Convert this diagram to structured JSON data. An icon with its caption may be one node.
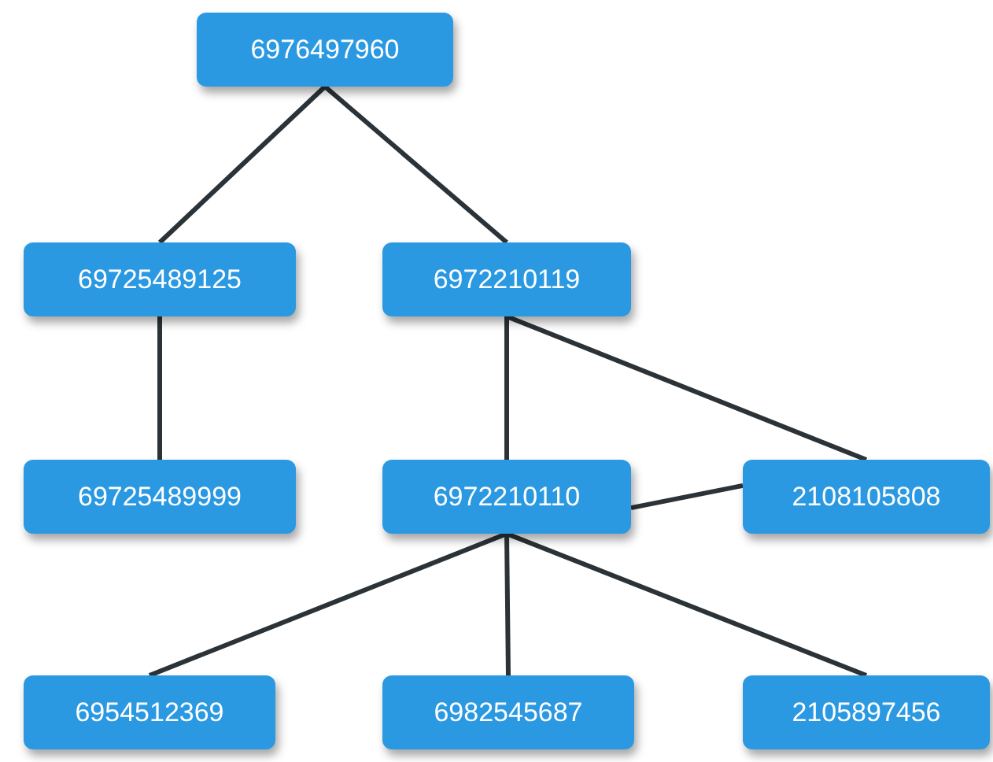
{
  "diagram": {
    "nodes": [
      {
        "text": [
          "6976497960"
        ]
      },
      {
        "text": [
          "69725489125"
        ]
      },
      {
        "text": [
          "6972210119"
        ]
      },
      {
        "text": [
          "69725489999"
        ]
      },
      {
        "text": [
          "6972210110"
        ]
      },
      {
        "text": [
          "2108105808"
        ]
      },
      {
        "text": [
          "6954512369"
        ]
      },
      {
        "text": [
          "6982545687"
        ]
      },
      {
        "text": [
          "2105897456"
        ]
      }
    ],
    "edges": [
      {
        "from": 0,
        "to": 1,
        "arrow": "none"
      },
      {
        "from": 0,
        "to": 2,
        "arrow": "none"
      },
      {
        "from": 1,
        "to": 3,
        "arrow": "none"
      },
      {
        "from": 2,
        "to": 4,
        "arrow": "none"
      },
      {
        "from": 2,
        "to": 5,
        "arrow": "none"
      },
      {
        "from": 4,
        "to": 5,
        "arrow": "none"
      },
      {
        "from": 4,
        "to": 6,
        "arrow": "none"
      },
      {
        "from": 4,
        "to": 7,
        "arrow": "none"
      },
      {
        "from": 4,
        "to": 8,
        "arrow": "none"
      }
    ]
  }
}
